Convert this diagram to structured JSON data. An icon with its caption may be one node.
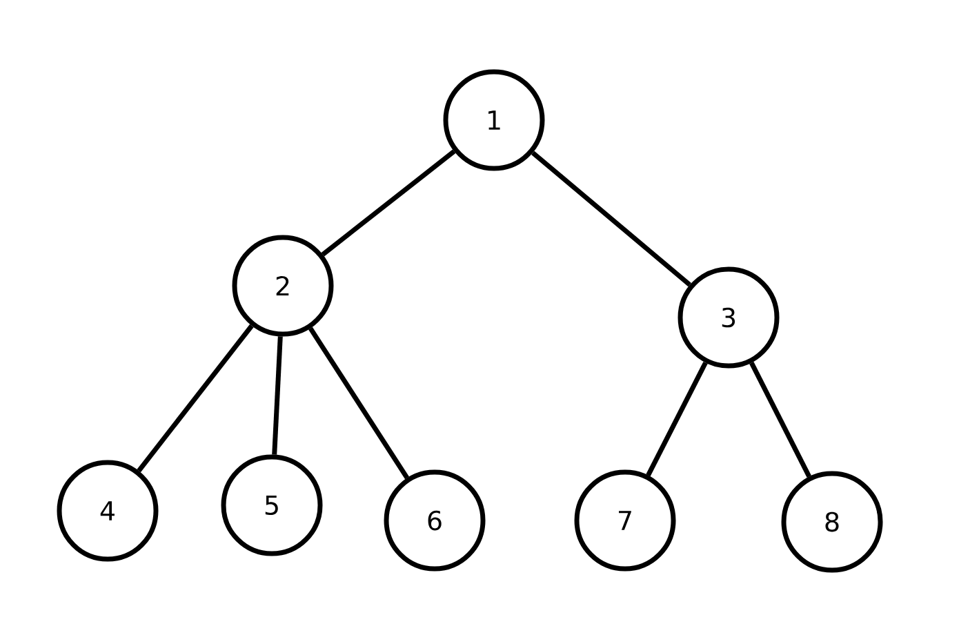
{
  "diagram": {
    "nodes": [
      {
        "text": [
          "1"
        ]
      },
      {
        "text": [
          "2"
        ]
      },
      {
        "text": [
          "3"
        ]
      },
      {
        "text": [
          "4"
        ]
      },
      {
        "text": [
          "5"
        ]
      },
      {
        "text": [
          "6"
        ]
      },
      {
        "text": [
          "7"
        ]
      },
      {
        "text": [
          "8"
        ]
      }
    ],
    "edges": [
      {
        "from": 0,
        "to": 1,
        "arrow": "none"
      },
      {
        "from": 0,
        "to": 2,
        "arrow": "none"
      },
      {
        "from": 1,
        "to": 3,
        "arrow": "none"
      },
      {
        "from": 1,
        "to": 4,
        "arrow": "none"
      },
      {
        "from": 1,
        "to": 5,
        "arrow": "none"
      },
      {
        "from": 2,
        "to": 6,
        "arrow": "none"
      },
      {
        "from": 2,
        "to": 7,
        "arrow": "none"
      }
    ]
  }
}
